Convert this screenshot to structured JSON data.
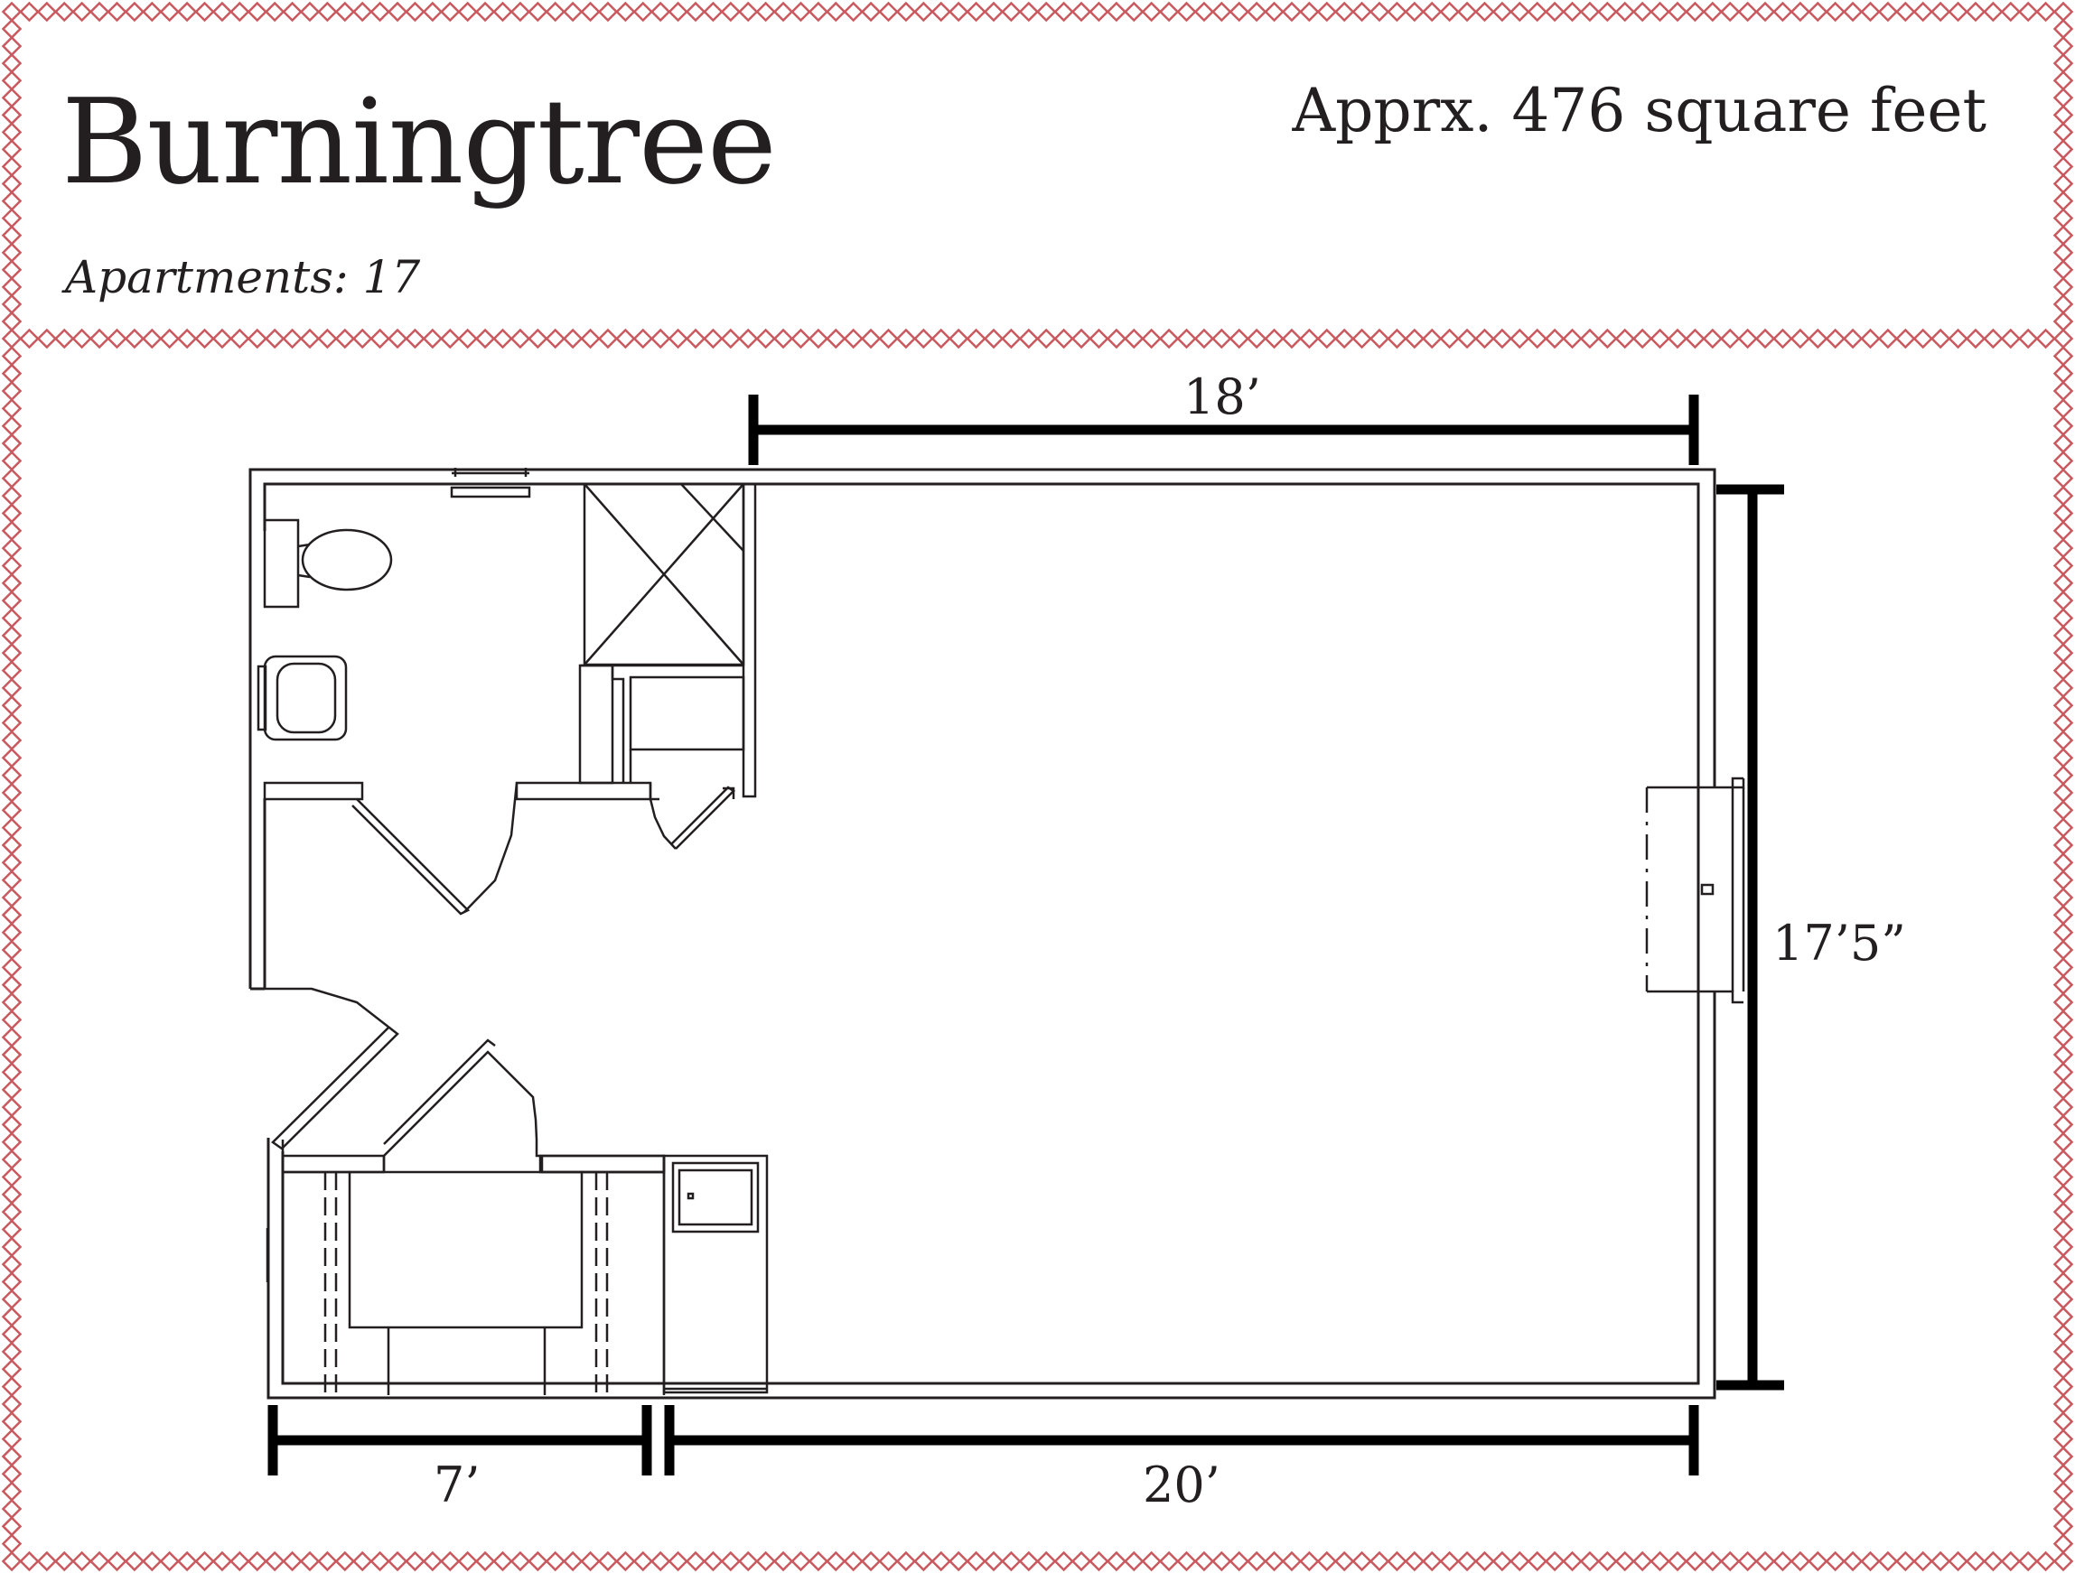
{
  "header": {
    "title": "Burningtree",
    "subtitle": "Apartments: 17",
    "area": "Apprx. 476 square feet"
  },
  "dimensions": {
    "top_width": "18’",
    "right_height": "17’5”",
    "bottom_left_width": "7’",
    "bottom_right_width": "20’"
  },
  "colors": {
    "border": "#c9595e",
    "ink": "#231f20",
    "dimension_line": "#000000"
  }
}
